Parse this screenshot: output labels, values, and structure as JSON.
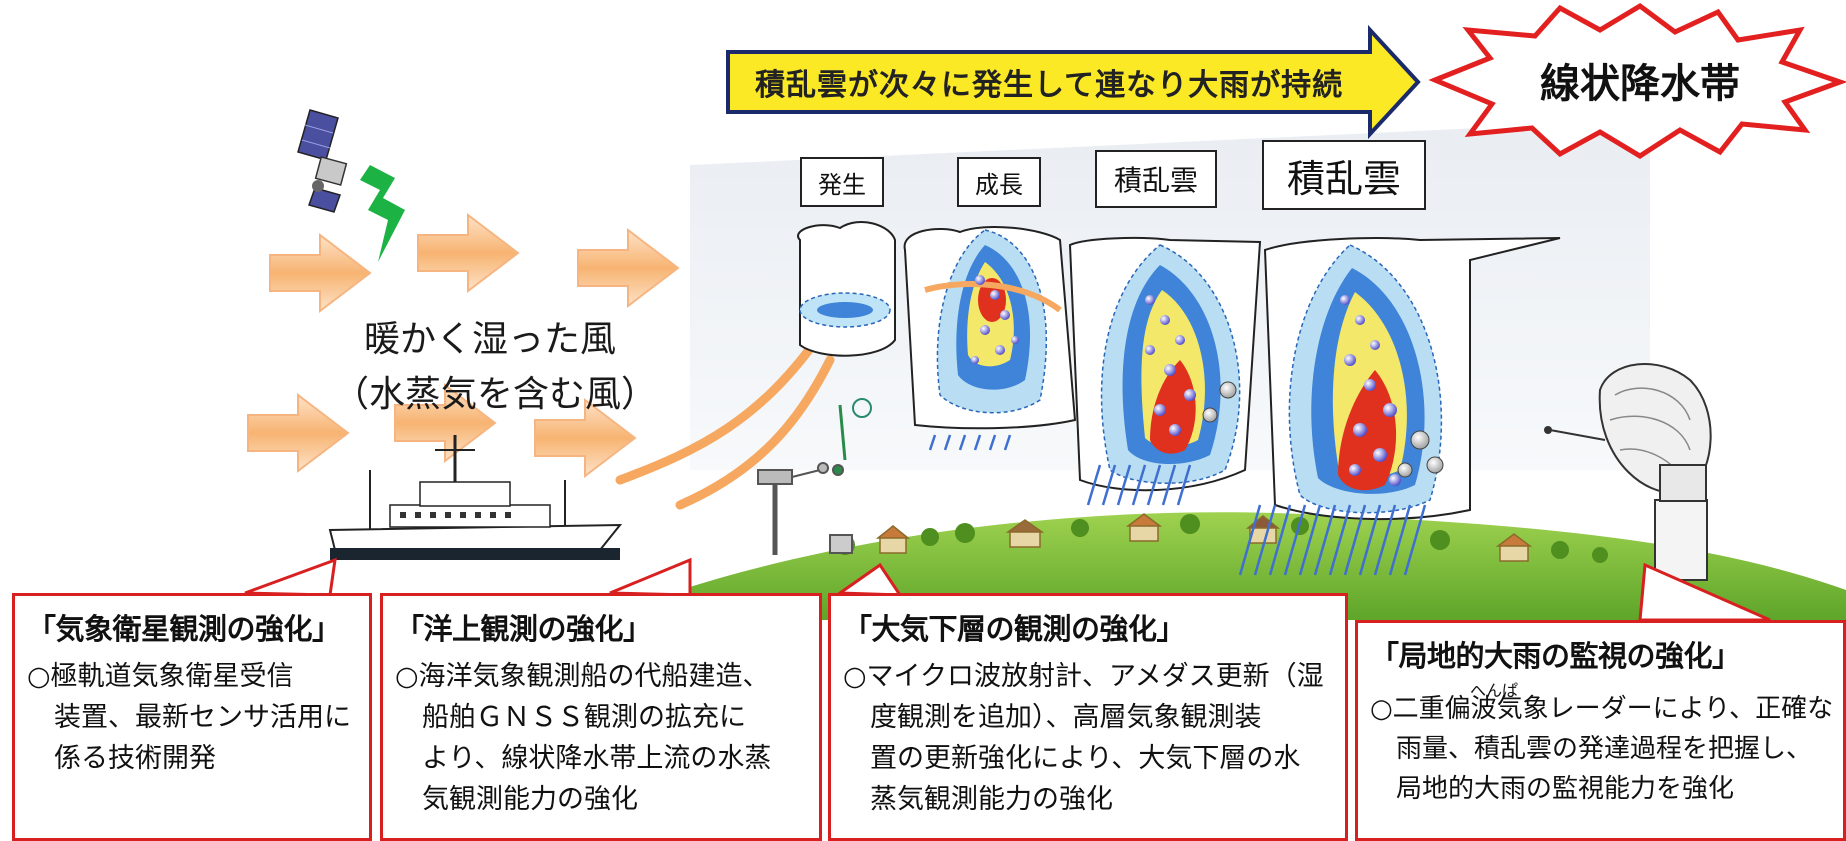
{
  "banner": {
    "text": "積乱雲が次々に発生して連なり大雨が持続"
  },
  "burst": {
    "text": "線状降水帯"
  },
  "stages": [
    {
      "label": "発生"
    },
    {
      "label": "成長"
    },
    {
      "label": "積乱雲"
    },
    {
      "label": "積乱雲"
    }
  ],
  "wind": {
    "line1": "暖かく湿った風",
    "line2": "（水蒸気を含む風）"
  },
  "callouts": [
    {
      "title": "「気象衛星観測の強化」",
      "body": "○極軌道気象衛星受信\n　装置、最新センサ活用に\n　係る技術開発"
    },
    {
      "title": "「洋上観測の強化」",
      "body": "○海洋気象観測船の代船建造、\n　船舶ＧＮＳＳ観測の拡充に\n　より、線状降水帯上流の水蒸\n　気観測能力の強化"
    },
    {
      "title": "「大気下層の観測の強化」",
      "body": "○マイクロ波放射計、アメダス更新（湿\n　度観測を追加）、高層気象観測装\n　置の更新強化により、大気下層の水\n　蒸気観測能力の強化"
    },
    {
      "title": "「局地的大雨の監視の強化」",
      "ruby": "へんぱ",
      "body": "○二重偏波気象レーダーにより、正確な\n　雨量、積乱雲の発達過程を把握し、\n　局地的大雨の監視能力を強化"
    }
  ],
  "colors": {
    "banner_fill": "#fbe926",
    "callout_border": "#d92020",
    "wind_arrow": "#f6a860",
    "cloud_outer": "#b9def3",
    "cloud_mid": "#3f84d8",
    "cloud_core": "#f3e86a",
    "cloud_hot": "#e0301e",
    "hill": "#7fbf3a"
  },
  "icons": [
    "satellite-icon",
    "lightning-icon",
    "ship-icon",
    "weather-station-icon",
    "radar-dish-icon",
    "house-icon"
  ]
}
